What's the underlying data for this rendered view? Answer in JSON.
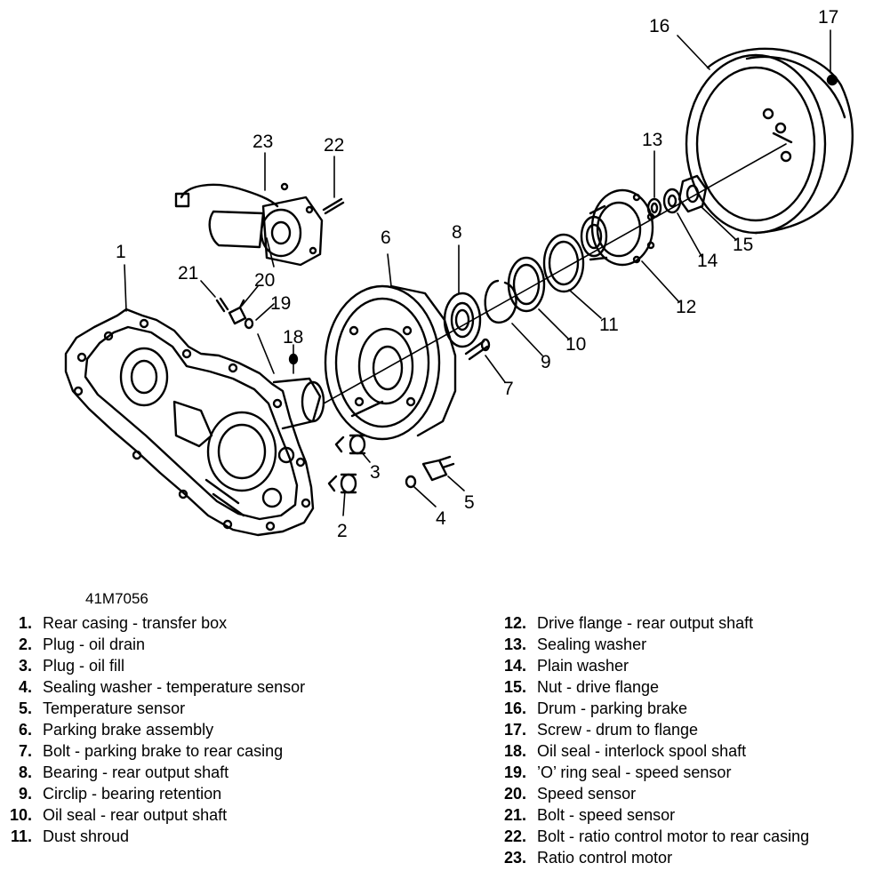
{
  "diagram": {
    "callouts": [
      "1",
      "2",
      "3",
      "4",
      "5",
      "6",
      "7",
      "8",
      "9",
      "10",
      "11",
      "12",
      "13",
      "14",
      "15",
      "16",
      "17",
      "18",
      "19",
      "20",
      "21",
      "22",
      "23"
    ]
  },
  "reference_code": "41M7056",
  "legend_left": [
    {
      "num": "1.",
      "text": "Rear casing - transfer box"
    },
    {
      "num": "2.",
      "text": "Plug - oil drain"
    },
    {
      "num": "3.",
      "text": "Plug - oil fill"
    },
    {
      "num": "4.",
      "text": "Sealing washer - temperature sensor"
    },
    {
      "num": "5.",
      "text": "Temperature sensor"
    },
    {
      "num": "6.",
      "text": "Parking brake assembly"
    },
    {
      "num": "7.",
      "text": "Bolt - parking brake to rear casing"
    },
    {
      "num": "8.",
      "text": "Bearing - rear output shaft"
    },
    {
      "num": "9.",
      "text": "Circlip - bearing retention"
    },
    {
      "num": "10.",
      "text": "Oil seal - rear output shaft"
    },
    {
      "num": "11.",
      "text": "Dust shroud"
    }
  ],
  "legend_right": [
    {
      "num": "12.",
      "text": "Drive flange - rear output shaft"
    },
    {
      "num": "13.",
      "text": "Sealing washer"
    },
    {
      "num": "14.",
      "text": "Plain washer"
    },
    {
      "num": "15.",
      "text": "Nut - drive flange"
    },
    {
      "num": "16.",
      "text": "Drum - parking brake"
    },
    {
      "num": "17.",
      "text": "Screw - drum to flange"
    },
    {
      "num": "18.",
      "text": "Oil seal - interlock spool shaft"
    },
    {
      "num": "19.",
      "text": "’O’ ring seal - speed sensor"
    },
    {
      "num": "20.",
      "text": "Speed sensor"
    },
    {
      "num": "21.",
      "text": "Bolt - speed sensor"
    },
    {
      "num": "22.",
      "text": "Bolt - ratio control motor to rear casing"
    },
    {
      "num": "23.",
      "text": "Ratio control motor"
    }
  ]
}
